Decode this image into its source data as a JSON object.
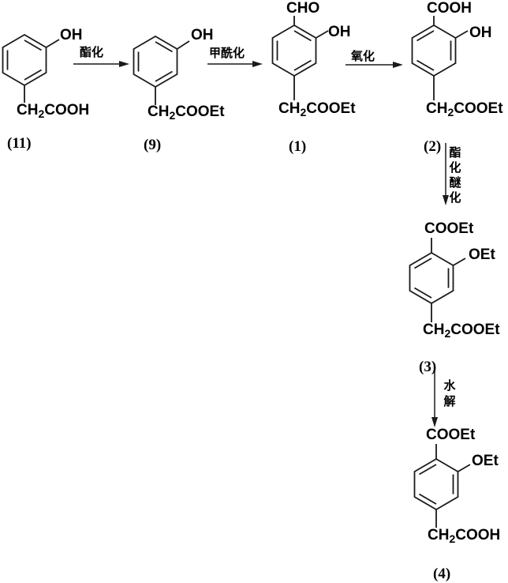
{
  "compounds": [
    {
      "number": "(11)",
      "hydroxyl": "OH",
      "chain_pre": "CH",
      "chain_sub": "2",
      "chain_post": "COOH"
    },
    {
      "number": "(9)",
      "hydroxyl": "OH",
      "chain_pre": "CH",
      "chain_sub": "2",
      "chain_post": "COOEt"
    },
    {
      "number": "(1)",
      "top_group": "CHO",
      "hydroxyl": "OH",
      "chain_pre": "CH",
      "chain_sub": "2",
      "chain_post": "COOEt"
    },
    {
      "number": "(2)",
      "top_group": "COOH",
      "hydroxyl": "OH",
      "chain_pre": "CH",
      "chain_sub": "2",
      "chain_post": "COOEt"
    },
    {
      "number": "(3)",
      "top_group": "COOEt",
      "ether": "OEt",
      "chain_pre": "CH",
      "chain_sub": "2",
      "chain_post": "COOEt"
    },
    {
      "number": "(4)",
      "top_group": "COOEt",
      "ether": "OEt",
      "chain_pre": "CH",
      "chain_sub": "2",
      "chain_post": "COOH"
    }
  ],
  "reactions": [
    {
      "label": "酯化",
      "direction": "right"
    },
    {
      "label": "甲酰化",
      "direction": "right"
    },
    {
      "label": "氧化",
      "direction": "right"
    },
    {
      "label": "酯化醚化",
      "direction": "down"
    },
    {
      "label": "水解",
      "direction": "down"
    }
  ],
  "colors": {
    "line": "#1a1a1a",
    "text": "#000000",
    "background": "#ffffff"
  }
}
